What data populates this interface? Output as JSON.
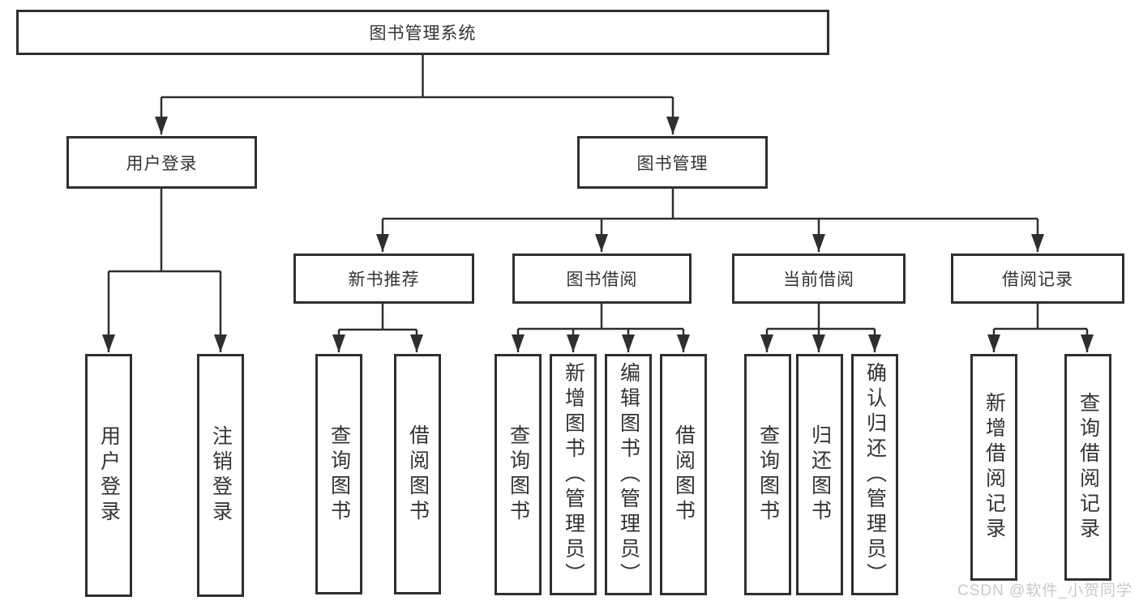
{
  "diagram_title": "图书管理系统",
  "nodes": {
    "root": {
      "label": "图书管理系统"
    },
    "user_login": {
      "label": "用户登录"
    },
    "book_mgmt": {
      "label": "图书管理"
    },
    "new_books": {
      "label": "新书推荐"
    },
    "book_borrow": {
      "label": "图书借阅"
    },
    "current_borrow": {
      "label": "当前借阅"
    },
    "borrow_records": {
      "label": "借阅记录"
    }
  },
  "leaves": {
    "user_login": [
      "用户登录",
      "注销登录"
    ],
    "new_books": [
      "查询图书",
      "借阅图书"
    ],
    "book_borrow": [
      "查询图书",
      "新增图书（管理员）",
      "编辑图书（管理员）",
      "借阅图书"
    ],
    "current_borrow": [
      "查询图书",
      "归还图书",
      "确认归还（管理员）"
    ],
    "borrow_records": [
      "新增借阅记录",
      "查询借阅记录"
    ]
  },
  "watermark": "CSDN @软件_小贺同学",
  "colors": {
    "line": "#2f2f2f",
    "box_border": "#2f2f2f",
    "text": "#333333",
    "watermark": "#c8c8c8",
    "background": "#ffffff"
  }
}
